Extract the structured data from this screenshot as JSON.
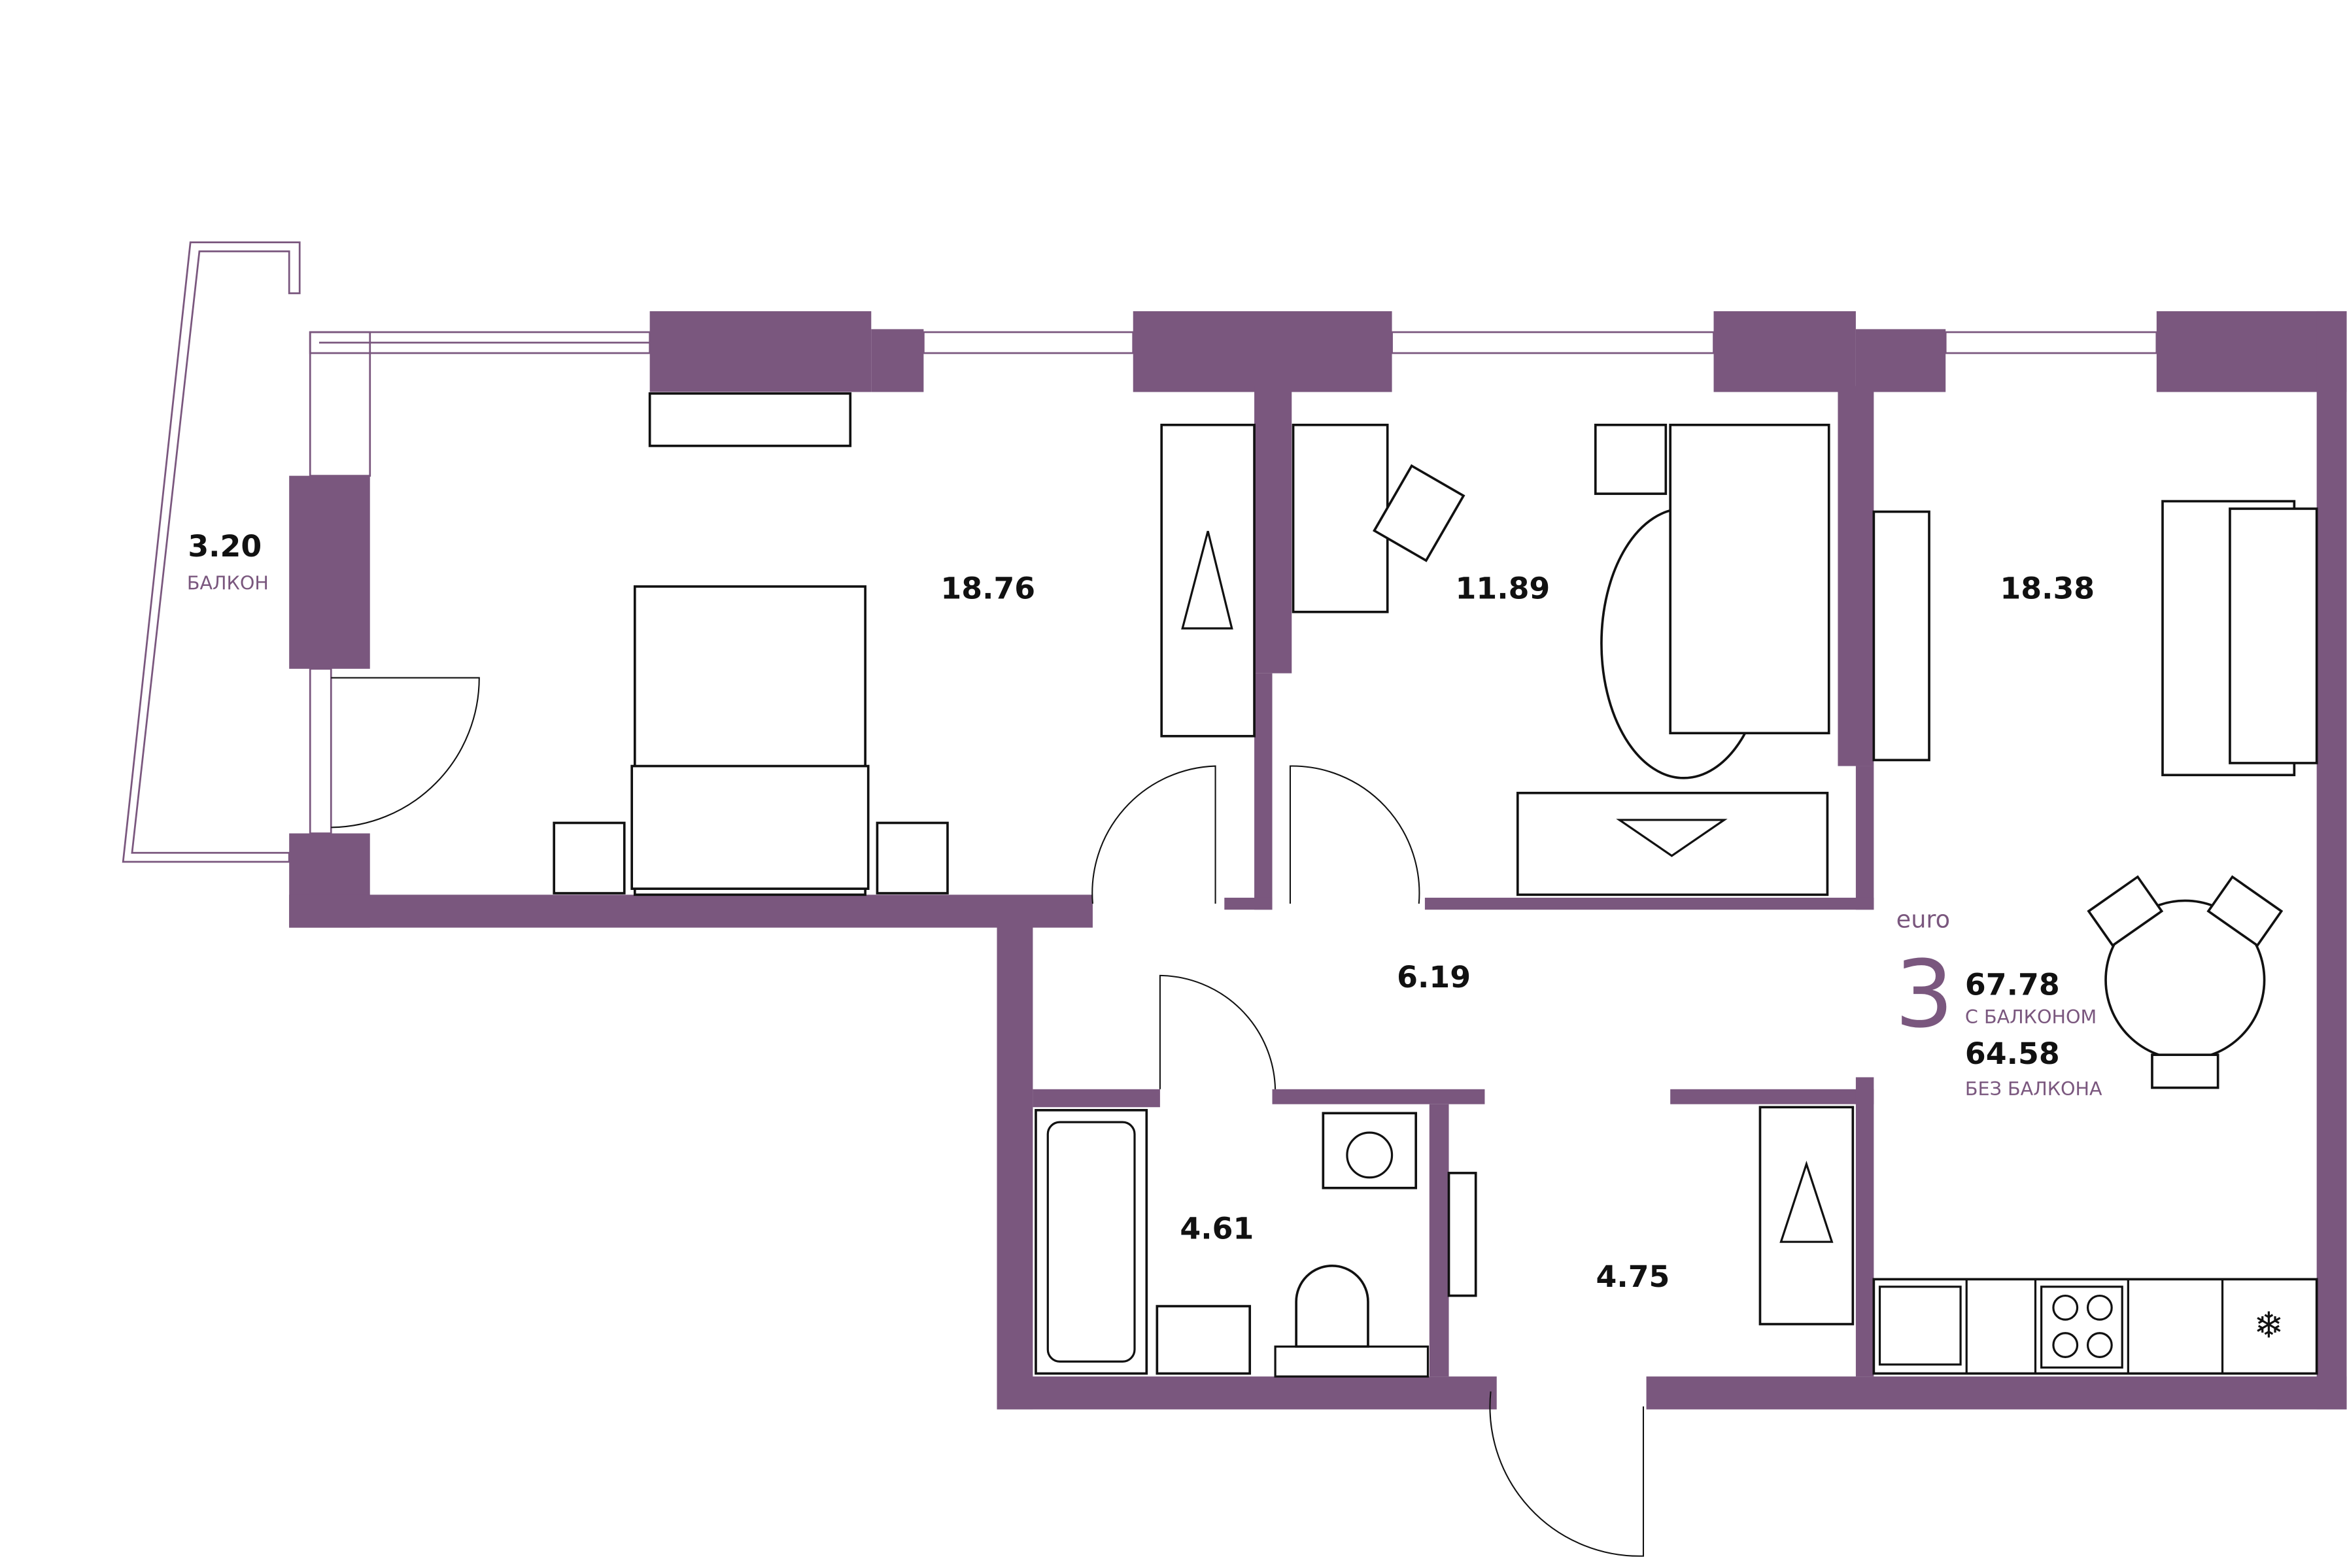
{
  "colors": {
    "wall": "#7a577e",
    "lines": "#111111"
  },
  "balcony": {
    "area": "3.20",
    "label": "БАЛКОН"
  },
  "rooms": [
    {
      "id": "bedroom-1",
      "area": "18.76"
    },
    {
      "id": "bedroom-2",
      "area": "11.89"
    },
    {
      "id": "living-kitchen",
      "area": "18.38"
    },
    {
      "id": "hall",
      "area": "6.19"
    },
    {
      "id": "bathroom",
      "area": "4.61"
    },
    {
      "id": "entrance",
      "area": "4.75"
    }
  ],
  "summary": {
    "type": "euro",
    "rooms_count": "3",
    "total_with_balcony": "67.78",
    "with_balcony_label": "С БАЛКОНОМ",
    "total_without_balcony": "64.58",
    "without_balcony_label": "БЕЗ БАЛКОНА"
  }
}
